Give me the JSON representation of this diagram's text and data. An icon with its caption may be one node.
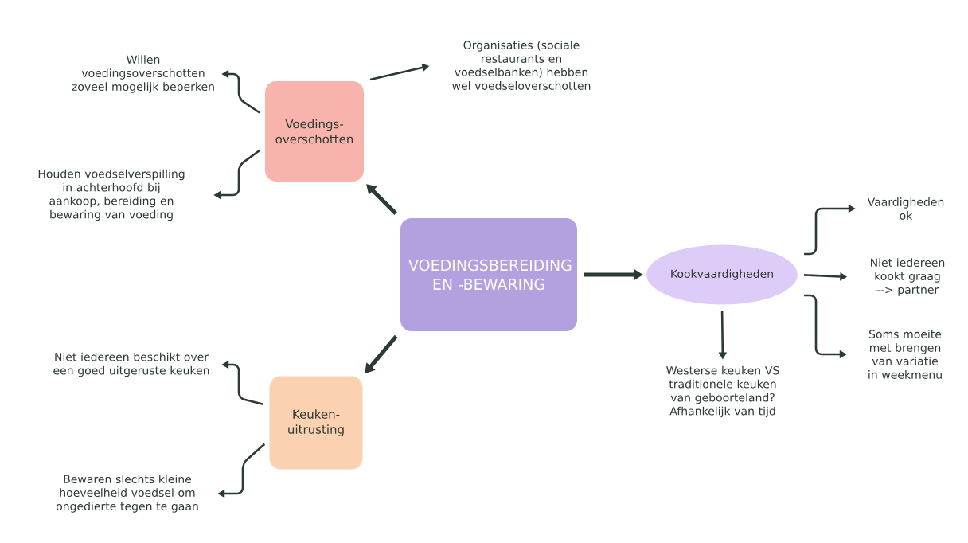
{
  "diagram": {
    "nodes": [
      {
        "text": [
          "VOEDINGSBEREIDING EN -BEWARING"
        ]
      },
      {
        "text": [
          "Voedings- overschotten"
        ]
      },
      {
        "text": [
          "Willen voedingsoverschotten zoveel mogelijk beperken"
        ]
      },
      {
        "text": [
          "Organisaties (sociale restaurants en voedselbanken) hebben wel voedseloverschotten"
        ]
      },
      {
        "text": [
          "Houden voedselverspilling in achterhoofd bij aankoop, bereiding en bewaring van voeding"
        ]
      },
      {
        "text": [
          "Keuken- uitrusting"
        ]
      },
      {
        "text": [
          "Niet iedereen beschikt over een goed uitgeruste keuken"
        ]
      },
      {
        "text": [
          "Bewaren slechts kleine hoeveelheid voedsel om ongedierte tegen te gaan"
        ]
      },
      {
        "text": [
          "Kookvaardigheden"
        ]
      },
      {
        "text": [
          "Vaardigheden ok"
        ]
      },
      {
        "text": [
          "Niet iedereen kookt graag --> partner"
        ]
      },
      {
        "text": [
          "Soms moeite met brengen van variatie in weekmenu"
        ]
      },
      {
        "text": [
          "Westerse keuken VS traditionele keuken van geboorteland? Afhankelijk van tijd"
        ]
      }
    ],
    "edges": [
      {
        "from": 0,
        "to": 1,
        "arrow": "to",
        "style": "thick"
      },
      {
        "from": 1,
        "to": 2,
        "arrow": "to"
      },
      {
        "from": 1,
        "to": 3,
        "arrow": "to"
      },
      {
        "from": 1,
        "to": 4,
        "arrow": "to"
      },
      {
        "from": 0,
        "to": 5,
        "arrow": "to",
        "style": "thick"
      },
      {
        "from": 5,
        "to": 6,
        "arrow": "to"
      },
      {
        "from": 5,
        "to": 7,
        "arrow": "to"
      },
      {
        "from": 0,
        "to": 8,
        "arrow": "to",
        "style": "thick"
      },
      {
        "from": 8,
        "to": 9,
        "arrow": "to"
      },
      {
        "from": 8,
        "to": 10,
        "arrow": "to"
      },
      {
        "from": 8,
        "to": 11,
        "arrow": "to"
      },
      {
        "from": 8,
        "to": 12,
        "arrow": "to"
      }
    ]
  }
}
